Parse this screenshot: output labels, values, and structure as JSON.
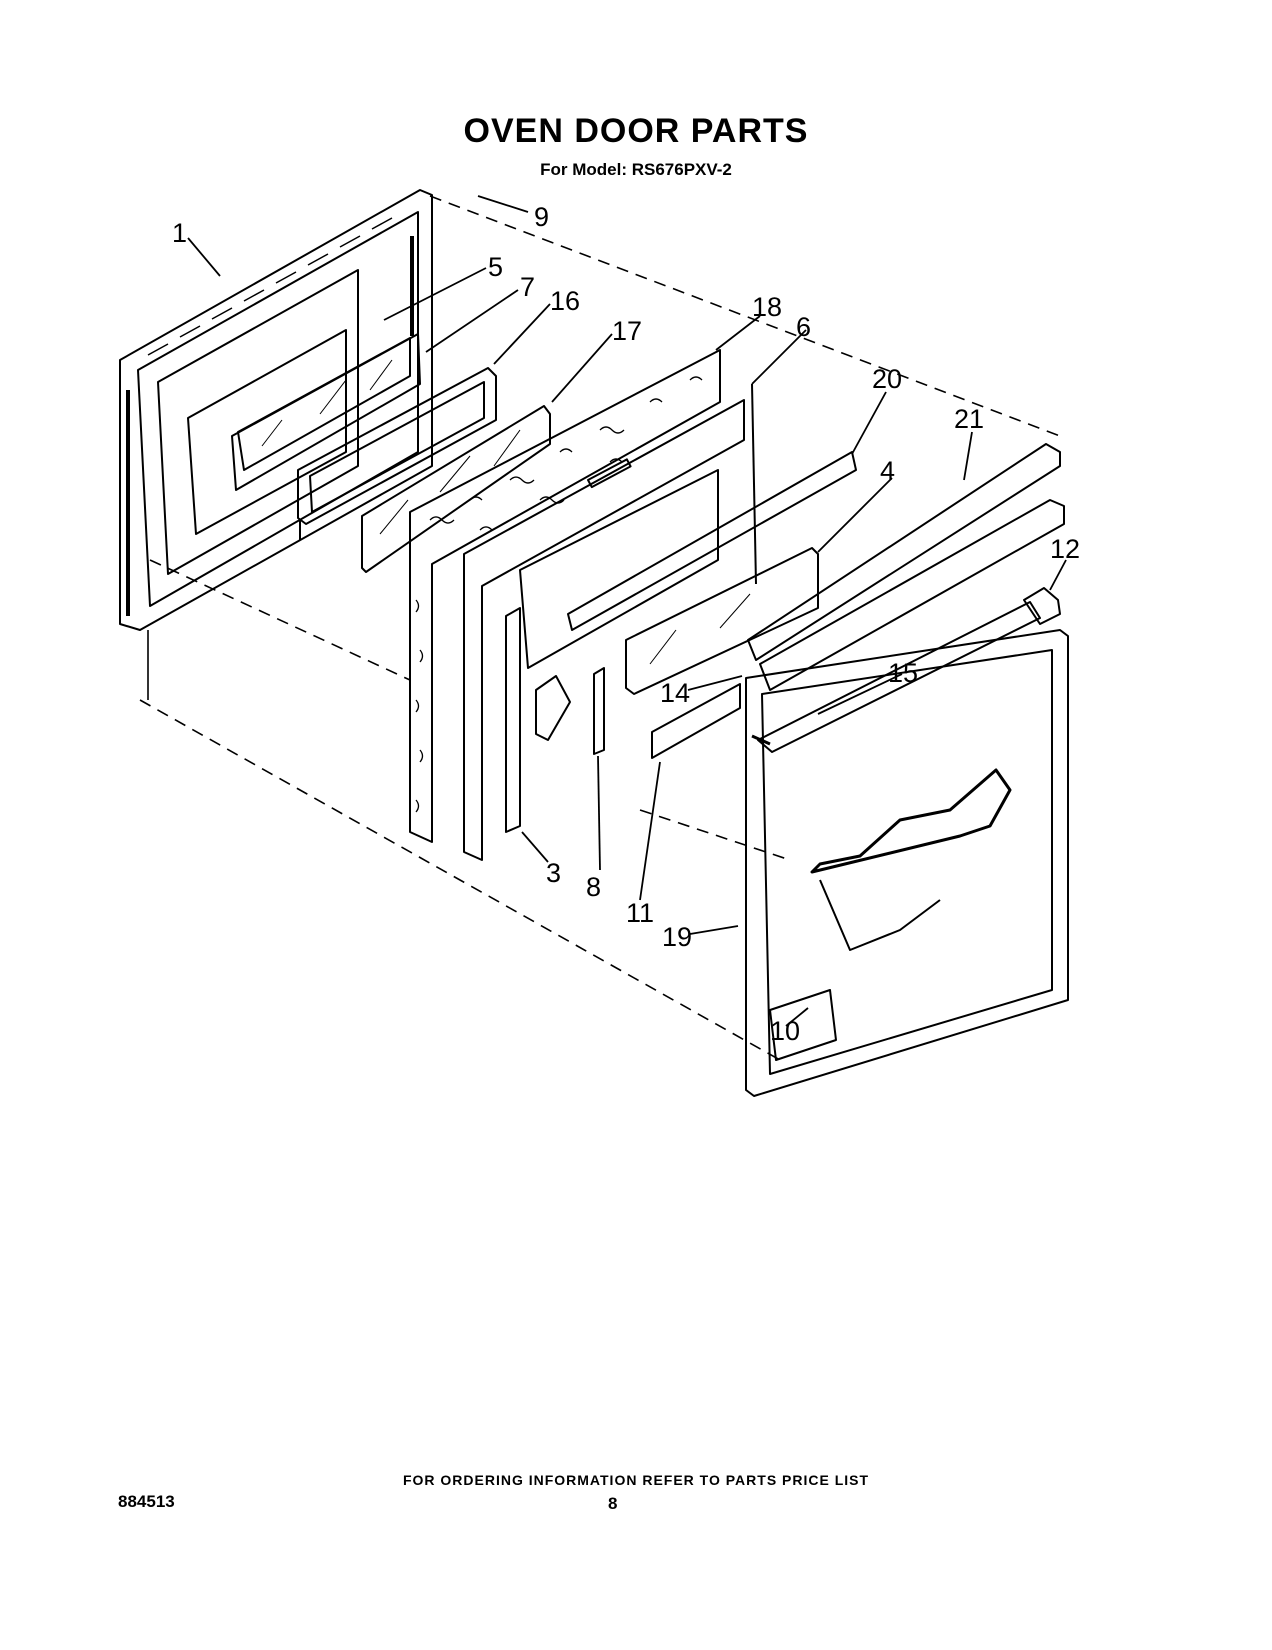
{
  "title": "OVEN DOOR PARTS",
  "subtitle": "For Model: RS676PXV-2",
  "callouts": [
    {
      "number": "1"
    },
    {
      "number": "9"
    },
    {
      "number": "5"
    },
    {
      "number": "7"
    },
    {
      "number": "16"
    },
    {
      "number": "17"
    },
    {
      "number": "18"
    },
    {
      "number": "6"
    },
    {
      "number": "20"
    },
    {
      "number": "21"
    },
    {
      "number": "4"
    },
    {
      "number": "12"
    },
    {
      "number": "15"
    },
    {
      "number": "14"
    },
    {
      "number": "3"
    },
    {
      "number": "8"
    },
    {
      "number": "11"
    },
    {
      "number": "19"
    },
    {
      "number": "10"
    }
  ],
  "footer": {
    "ordering_note": "FOR ORDERING INFORMATION REFER TO PARTS PRICE LIST",
    "document_number": "884513",
    "page_number": "8"
  }
}
